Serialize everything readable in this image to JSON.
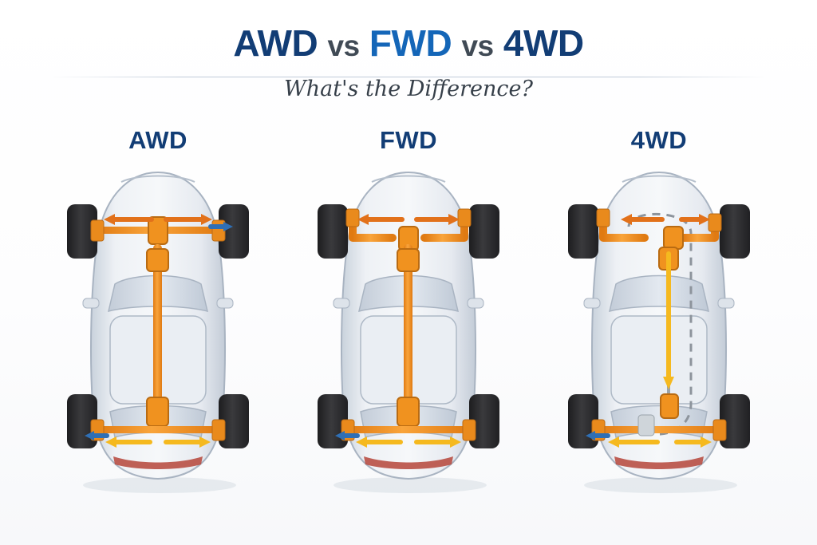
{
  "header": {
    "title_parts": {
      "awd": "AWD",
      "vs1": "vs",
      "fwd": "FWD",
      "vs2": "vs",
      "fwd4": "4WD"
    },
    "title_full": "AWD vs FWD vs 4WD",
    "subtitle": "What's the Difference?"
  },
  "colors": {
    "title_dark_blue": "#123d75",
    "title_mid_blue": "#1466b8",
    "vs_gray": "#404a55",
    "driveline_orange": "#f28c1e",
    "driveline_orange_dark": "#e2711a",
    "arrow_yellow": "#f5b91f",
    "arrow_blue": "#2f6fb5",
    "car_body_light": "#e9edf2",
    "car_body_shade": "#cfd7e0",
    "tire_dark": "#303030",
    "dashed_gray": "#8d949c",
    "background": "#ffffff"
  },
  "diagram": {
    "columns": [
      {
        "id": "awd",
        "label": "AWD",
        "car_alt": "top-view car cutaway with all-wheel-drive driveline",
        "driveline": {
          "front_axle": true,
          "rear_axle": true,
          "driveshaft": true,
          "center_diff": true,
          "front_arrow_color": "#e2711a",
          "rear_arrow_color": "#f5b91f",
          "side_arrow_color": "#2f6fb5"
        }
      },
      {
        "id": "fwd",
        "label": "FWD",
        "car_alt": "top-view car cutaway with front-wheel-drive driveline",
        "driveline": {
          "front_axle": true,
          "rear_axle": true,
          "driveshaft": true,
          "center_diff": true,
          "front_arrow_color": "#e2711a",
          "rear_arrow_color": "#f5b91f",
          "side_arrow_color": "#2f6fb5"
        }
      },
      {
        "id": "4wd",
        "label": "4WD",
        "car_alt": "top-view car cutaway with four-wheel-drive driveline and transfer case",
        "driveline": {
          "front_axle": true,
          "rear_axle": true,
          "driveshaft": true,
          "transfer_case": true,
          "dashed_path": true,
          "front_arrow_color": "#e2711a",
          "rear_arrow_color": "#f5b91f",
          "side_arrow_color": "#2f6fb5"
        }
      }
    ]
  }
}
